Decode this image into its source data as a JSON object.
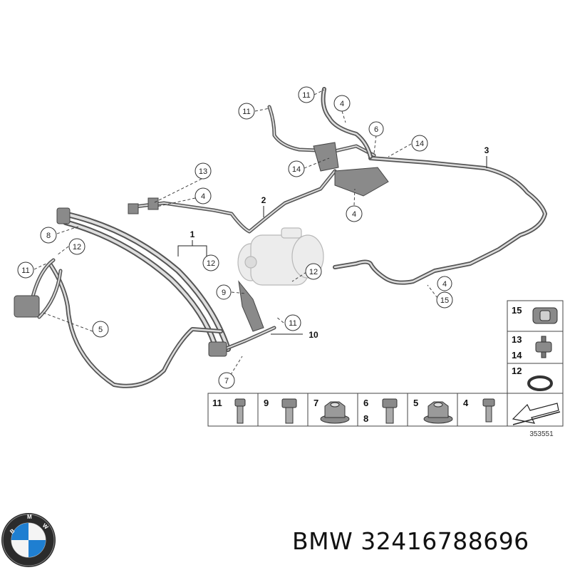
{
  "callouts": {
    "c11_top": "11",
    "c4_top": "4",
    "c11_left": "11",
    "c6": "6",
    "c14_right": "14",
    "c3": "3",
    "c14_mid": "14",
    "c13": "13",
    "c4_a": "4",
    "c2": "2",
    "c4_b": "4",
    "c8": "8",
    "c1": "1",
    "c12_a": "12",
    "c12_b": "12",
    "c11_b": "11",
    "c12_c": "12",
    "c9": "9",
    "c11_c": "11",
    "c10": "10",
    "c5": "5",
    "c4_c": "4",
    "c15": "15",
    "c7": "7"
  },
  "parts_legend": [
    {
      "label": "11"
    },
    {
      "label": "9"
    },
    {
      "label": "7"
    },
    {
      "label": "6",
      "label2": "8"
    },
    {
      "label": "5"
    },
    {
      "label": "4"
    }
  ],
  "side_legend": {
    "a": "15",
    "b": "13",
    "c": "14",
    "d": "12"
  },
  "diagram_number": "353551",
  "caption": "BMW 32416788696"
}
